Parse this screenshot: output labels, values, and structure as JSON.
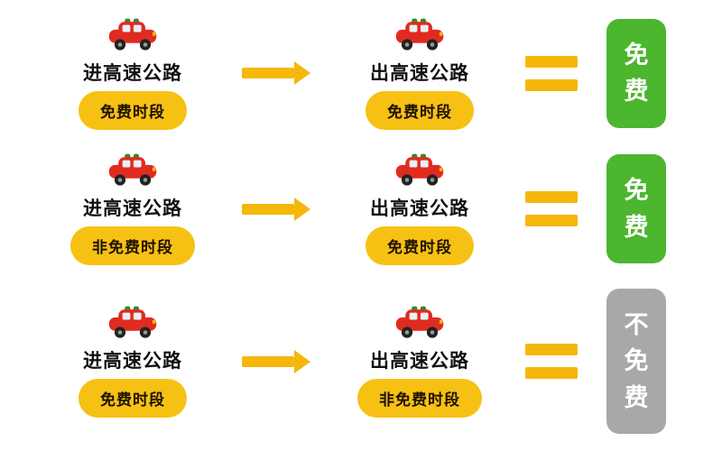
{
  "colors": {
    "badge_yellow": "#F7C114",
    "arrow_yellow": "#F5B70A",
    "free_green": "#4CB62E",
    "not_free_gray": "#A8A8A8",
    "car_red": "#E02B20",
    "background": "#FFFFFF"
  },
  "icons": {
    "car": "car-icon",
    "arrow": "arrow-right-icon",
    "equals": "equals-icon"
  },
  "rows": [
    {
      "enter_label": "进高速公路",
      "enter_badge": "免费时段",
      "exit_label": "出高速公路",
      "exit_badge": "免费时段",
      "result": "免费",
      "result_color": "#4CB62E"
    },
    {
      "enter_label": "进高速公路",
      "enter_badge": "非免费时段",
      "exit_label": "出高速公路",
      "exit_badge": "免费时段",
      "result": "免费",
      "result_color": "#4CB62E"
    },
    {
      "enter_label": "进高速公路",
      "enter_badge": "免费时段",
      "exit_label": "出高速公路",
      "exit_badge": "非免费时段",
      "result": "不免费",
      "result_color": "#A8A8A8"
    }
  ]
}
